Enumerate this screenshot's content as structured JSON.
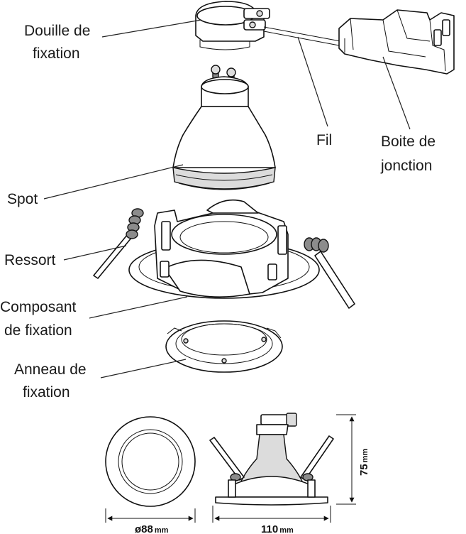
{
  "labels": {
    "douille_line1": "Douille de",
    "douille_line2": "fixation",
    "fil": "Fil",
    "boite_line1": "Boite de",
    "boite_line2": "jonction",
    "spot": "Spot",
    "ressort": "Ressort",
    "composant_line1": "Composant",
    "composant_line2": "de fixation",
    "anneau_line1": "Anneau de",
    "anneau_line2": "fixation"
  },
  "dimensions": {
    "diameter_value": "ø88",
    "diameter_unit": "mm",
    "width_value": "110",
    "width_unit": "mm",
    "height_value": "75",
    "height_unit": "mm"
  },
  "colors": {
    "line": "#111111",
    "text": "#1a1a1a",
    "background": "#ffffff"
  }
}
